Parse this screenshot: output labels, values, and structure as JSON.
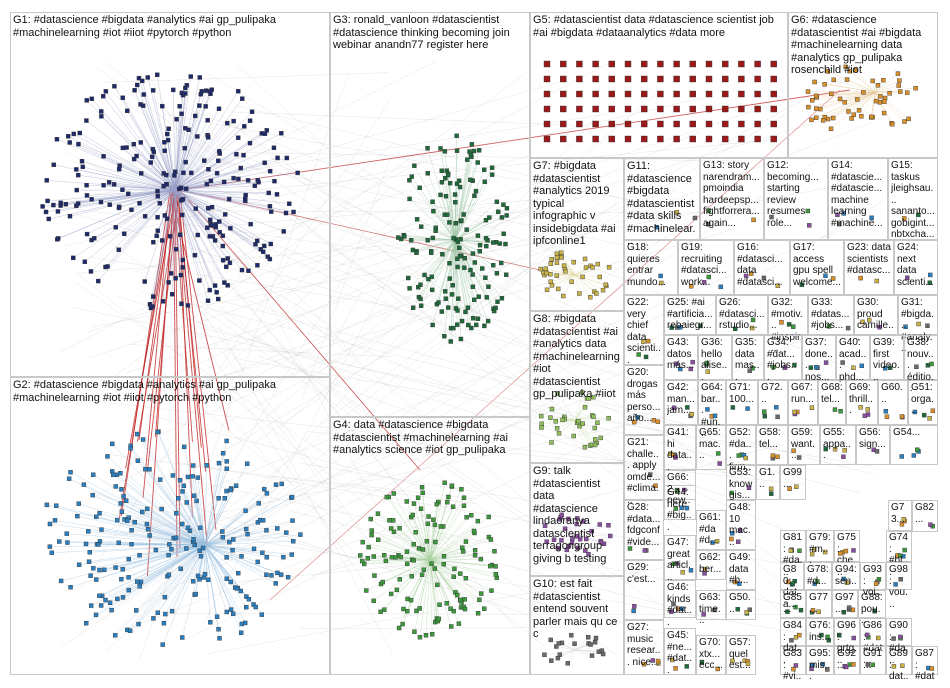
{
  "panels": [
    {
      "id": "G1",
      "label": "G1: #datascience #bigdata #analytics #ai gp_pulipaka #machinelearning #iot #iiot #pytorch #python"
    },
    {
      "id": "G2",
      "label": "G2: #datascience #bigdata #analytics #ai gp_pulipaka #machinelearning #iot #iiot #pytorch #python"
    },
    {
      "id": "G3",
      "label": "G3: ronald_vanloon #datascientist #datascience thinking becoming join webinar anandn77 register here"
    },
    {
      "id": "G4",
      "label": "G4: data #datascience #bigdata #datascientist #machinelearning #ai #analytics science #iot gp_pulipaka"
    },
    {
      "id": "G5",
      "label": "G5: #datascientist data #datascience scientist job #ai #bigdata #dataanalytics #data more"
    },
    {
      "id": "G6",
      "label": "G6: #datascience #datascientist #ai #bigdata #machinelearning data #analytics gp_pulipaka rosenchild #iot"
    },
    {
      "id": "G7",
      "label": "G7: #bigdata #datascientist #analytics 2019 typical infographic v insidebigdata #ai ipfconline1"
    },
    {
      "id": "G8",
      "label": "G8: #bigdata #datascientist #ai #analytics data #machinelearning #iot #datascientist gp_pulipaka #iiot"
    },
    {
      "id": "G9",
      "label": "G9: talk #datascientist data #datascience lindaoranya datascientist terragongroup giving b testing"
    },
    {
      "id": "G10",
      "label": "G10: est fait #datascientist entend souvent parler mais qu ce c"
    },
    {
      "id": "G11",
      "label": "G11: #datascience #bigdata #datascientist #data skills #machinelear..."
    },
    {
      "id": "G12",
      "label": "G12: becoming... starting review resumes role..."
    },
    {
      "id": "G13",
      "label": "G13: story narendram... pmoindia hardeepsp... fightforrera... again..."
    },
    {
      "id": "G14",
      "label": "G14: #datascie... #datascie... machine learning #machine..."
    },
    {
      "id": "G15",
      "label": "G15: taskus jleighsau... sananto... gobigint... nbtxcha..."
    },
    {
      "id": "G16",
      "label": "G16: #datasci... data #datasci..."
    },
    {
      "id": "G17",
      "label": "G17: access gpu spell welcome..."
    },
    {
      "id": "G18",
      "label": "G18: quieres entrar mundo..."
    },
    {
      "id": "G19",
      "label": "G19: recruiting #datasci... work..."
    },
    {
      "id": "G20",
      "label": "G20: drogas más perso... año..."
    },
    {
      "id": "G21",
      "label": "G21: challe... apply omde... #clima..."
    },
    {
      "id": "G22",
      "label": "G22: very chief data scienti..."
    },
    {
      "id": "G23",
      "label": "G23: data scientists #datasc..."
    },
    {
      "id": "G24",
      "label": "G24: next data scienti..."
    },
    {
      "id": "G25",
      "label": "G25: #ai #artificia... rebaiegr..."
    },
    {
      "id": "G26",
      "label": "G26: #datasci... rstudio..."
    },
    {
      "id": "G27",
      "label": "G27: music resear... nice..."
    },
    {
      "id": "G28",
      "label": "G28: #data... fdgconf #vide..."
    },
    {
      "id": "G29",
      "label": "G29: c'est..."
    },
    {
      "id": "G30",
      "label": "G30: proud camille..."
    },
    {
      "id": "G31",
      "label": "G31: #bigda... #analy..."
    },
    {
      "id": "G32",
      "label": "G32: #motiv... #inspir..."
    },
    {
      "id": "G33",
      "label": "G33: #datas... #jobs..."
    },
    {
      "id": "G34",
      "label": "G34: #dat... #jobs..."
    },
    {
      "id": "G35",
      "label": "G35: data mas..."
    },
    {
      "id": "G36",
      "label": "G36: hello alise..."
    },
    {
      "id": "G37",
      "label": "G37: done... nos..."
    },
    {
      "id": "G38",
      "label": "G38: nouv... éditio..."
    },
    {
      "id": "G39",
      "label": "G39: first video..."
    },
    {
      "id": "G40",
      "label": "G40: acad... phd..."
    },
    {
      "id": "G41",
      "label": "G41: hi data..."
    },
    {
      "id": "G42",
      "label": "G42: man... jam..."
    },
    {
      "id": "G43",
      "label": "G43: datos más..."
    },
    {
      "id": "G44",
      "label": "G44: here #big..."
    },
    {
      "id": "G45",
      "label": "G45: #ne... #dat..."
    },
    {
      "id": "G46",
      "label": "G46: kinds #dat..."
    },
    {
      "id": "G47",
      "label": "G47: great articl..."
    },
    {
      "id": "G48",
      "label": "G48: 10 mac..."
    },
    {
      "id": "G49",
      "label": "G49: data #b..."
    },
    {
      "id": "G50",
      "label": "G50..."
    },
    {
      "id": "G51",
      "label": "G51: orga..."
    },
    {
      "id": "G52",
      "label": "G52: #da... firm..."
    },
    {
      "id": "G53",
      "label": "G53: know gis..."
    },
    {
      "id": "G54",
      "label": "G54..."
    },
    {
      "id": "G55",
      "label": "G55: appa..."
    },
    {
      "id": "G56",
      "label": "G56: sign..."
    },
    {
      "id": "G57",
      "label": "G57: quel est..."
    },
    {
      "id": "G58",
      "label": "G58: tel..."
    },
    {
      "id": "G59",
      "label": "G59: want..."
    },
    {
      "id": "G60",
      "label": "G60..."
    },
    {
      "id": "G61",
      "label": "G61: #da #d..."
    },
    {
      "id": "G62",
      "label": "G62: ber..."
    },
    {
      "id": "G63",
      "label": "G63: time..."
    },
    {
      "id": "G64",
      "label": "G64: bar... #un..."
    },
    {
      "id": "G65",
      "label": "G65: mac..."
    },
    {
      "id": "G66",
      "label": "G66: 2... new..."
    },
    {
      "id": "G67",
      "label": "G67: run..."
    },
    {
      "id": "G68",
      "label": "G68: tel..."
    },
    {
      "id": "G69",
      "label": "G69: thrill..."
    },
    {
      "id": "G70",
      "label": "G70: xtx... ecc..."
    },
    {
      "id": "G71",
      "label": "G71: 100..."
    },
    {
      "id": "G72",
      "label": "G72..."
    },
    {
      "id": "G73",
      "label": "G73..."
    },
    {
      "id": "G74",
      "label": "G74: #bl..."
    },
    {
      "id": "G75",
      "label": "G75: che..."
    },
    {
      "id": "G76",
      "label": "G76: ins..."
    },
    {
      "id": "G77",
      "label": "G77..."
    },
    {
      "id": "G78",
      "label": "G78: #d..."
    },
    {
      "id": "G79",
      "label": "G79: #m..."
    },
    {
      "id": "G80",
      "label": "G80: data..."
    },
    {
      "id": "G81",
      "label": "G81: #da..."
    },
    {
      "id": "G82",
      "label": "G82..."
    },
    {
      "id": "G83",
      "label": "G83: #vi..."
    },
    {
      "id": "G84",
      "label": "G84: dat..."
    },
    {
      "id": "G85",
      "label": "G85..."
    },
    {
      "id": "G86",
      "label": "G86: #dat..."
    },
    {
      "id": "G87",
      "label": "G87: #dat..."
    },
    {
      "id": "G88",
      "label": "G88: pou..."
    },
    {
      "id": "G89",
      "label": "G89: dat..."
    },
    {
      "id": "G90",
      "label": "G90: #da..."
    },
    {
      "id": "G91",
      "label": "G91..."
    },
    {
      "id": "G92",
      "label": "G92..."
    },
    {
      "id": "G93",
      "label": "G93: voi..."
    },
    {
      "id": "G94",
      "label": "G94: sen..."
    },
    {
      "id": "G95",
      "label": "G95: mis..."
    },
    {
      "id": "G96",
      "label": "G96: grtg..."
    },
    {
      "id": "G97",
      "label": "G97..."
    },
    {
      "id": "G98",
      "label": "G98: vou..."
    },
    {
      "id": "G99",
      "label": "G99..."
    },
    {
      "id": "G100",
      "label": "G1..."
    }
  ],
  "colors": {
    "G1": "#1f2a6b",
    "G2": "#2a7fc1",
    "G3": "#1f6a3a",
    "G4": "#3c9a3c",
    "G5": "#9a1a1a",
    "G6": "#d9902a",
    "G7": "#c9b24a",
    "G8": "#8fbf5a",
    "G9": "#8a4fa0",
    "G10": "#6a6a6a",
    "edge_main": "#c02020",
    "edge_grey": "#b8b8b8",
    "panel_border": "#c8c8c8"
  }
}
